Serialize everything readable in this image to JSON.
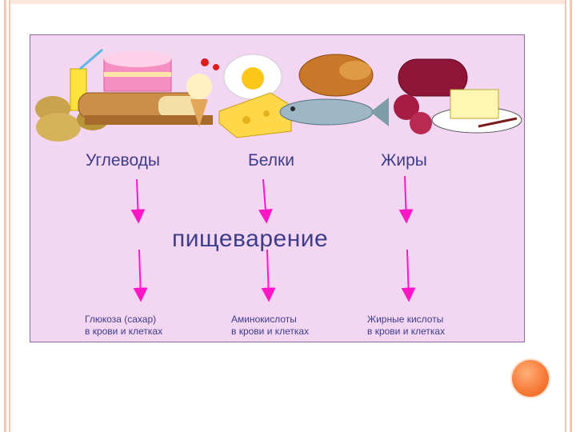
{
  "diagram": {
    "categories": [
      {
        "id": "carbs",
        "label": "Углеводы"
      },
      {
        "id": "proteins",
        "label": "Белки"
      },
      {
        "id": "fats",
        "label": "Жиры"
      }
    ],
    "process_label": "пищеварение",
    "results": [
      {
        "id": "carbs",
        "label": "Глюкоза (сахар)\nв крови и клетках"
      },
      {
        "id": "proteins",
        "label": "Аминокислоты\nв крови и клетках"
      },
      {
        "id": "fats",
        "label": "Жирные кислоты\nв крови и клетках"
      }
    ],
    "arrow_color": "#ff16c6",
    "text_color": "#3d3d8a",
    "panel_color": "#f3d6f2"
  }
}
